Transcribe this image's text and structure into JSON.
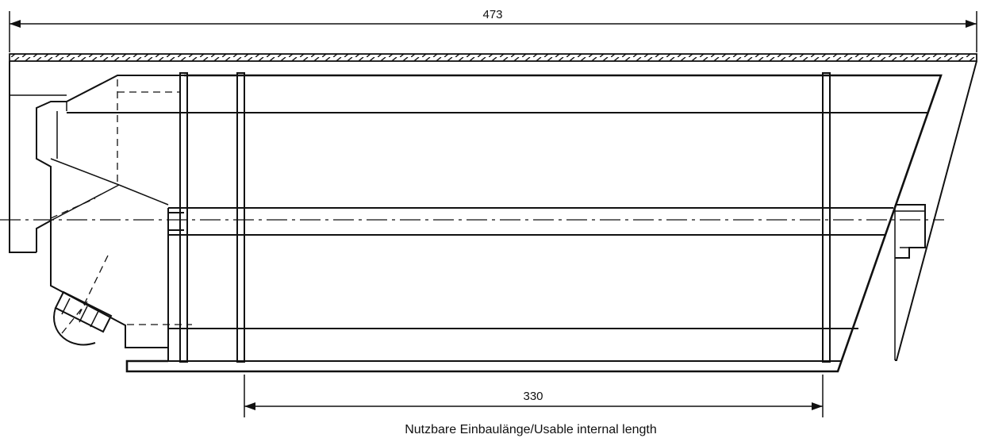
{
  "drawing": {
    "overall_length_label": "473",
    "usable_length_label": "330",
    "caption": "Nutzbare Einbaulänge/Usable internal length"
  },
  "colors": {
    "line": "#111111",
    "background": "#ffffff"
  }
}
